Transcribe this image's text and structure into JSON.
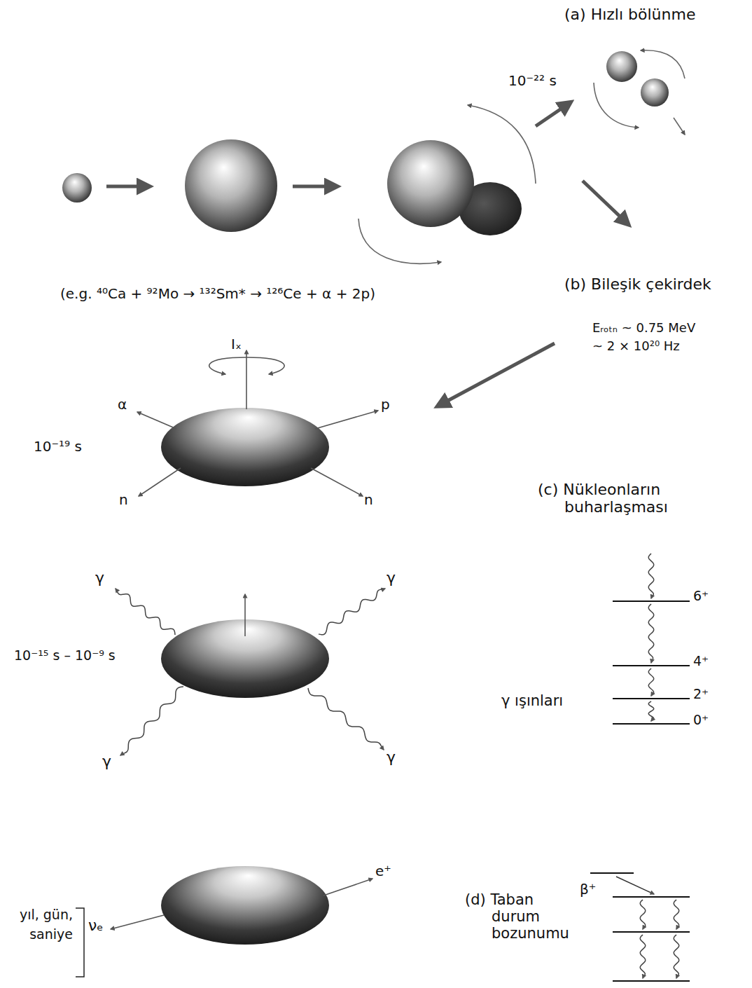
{
  "diagram": {
    "labels": [
      "(a) Hızlı bölünme",
      "10⁻²² s",
      "(e.g. ⁴⁰Ca + ⁹²Mo → ¹³²Sm* → ¹²⁶Ce + α + 2p)",
      "(b) Bileşik çekirdek",
      "Eᵣₒₜₙ ~ 0.75 MeV",
      "~ 2 × 10²⁰ Hz",
      "Iₓ",
      "α",
      "p",
      "10⁻¹⁹ s",
      "n",
      "n",
      "(c) Nükleonların buharlaşması",
      "γ",
      "γ",
      "6⁺",
      "10⁻¹⁵ s – 10⁻⁹ s",
      "4⁺",
      "2⁺",
      "γ ışınları",
      "0⁺",
      "γ",
      "γ",
      "e⁺",
      "β⁺",
      "yıl, gün, saniye",
      "νₑ",
      "(d) Taban durum bozunumu"
    ]
  }
}
